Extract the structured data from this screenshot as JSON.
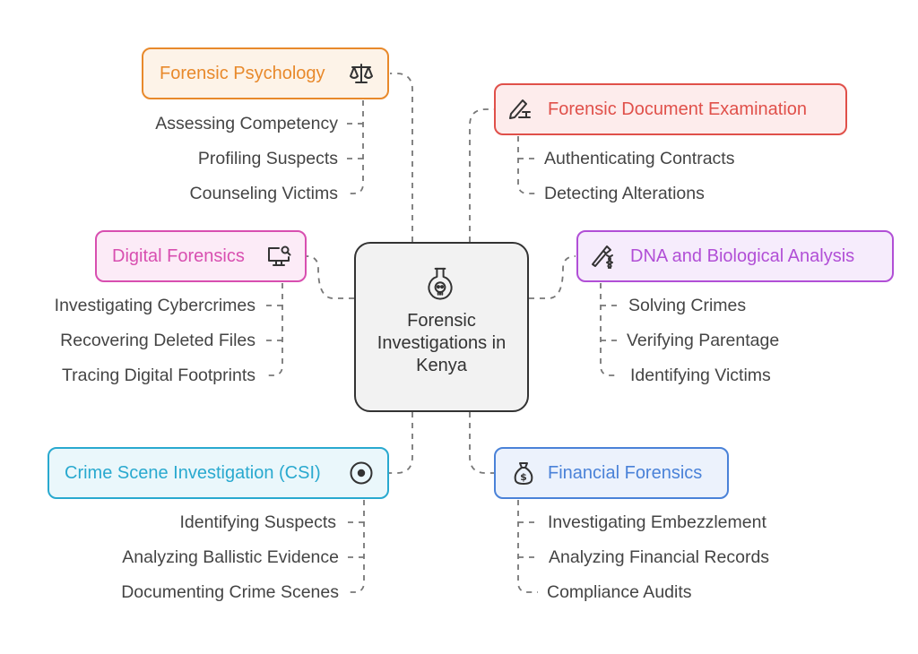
{
  "center": {
    "title": "Forensic Investigations in Kenya",
    "icon": "poison-flask-skull-icon"
  },
  "branches": [
    {
      "id": "psychology",
      "title": "Forensic Psychology",
      "icon": "scales-icon",
      "color": "#e8892b",
      "fill": "#fdf3e8",
      "items": [
        "Assessing Competency",
        "Profiling Suspects",
        "Counseling Victims"
      ]
    },
    {
      "id": "document",
      "title": "Forensic Document Examination",
      "icon": "pen-document-icon",
      "color": "#e0504a",
      "fill": "#fdecec",
      "items": [
        "Authenticating Contracts",
        "Detecting Alterations"
      ]
    },
    {
      "id": "digital",
      "title": "Digital Forensics",
      "icon": "computer-search-icon",
      "color": "#d84fb0",
      "fill": "#fcebf7",
      "items": [
        "Investigating Cybercrimes",
        "Recovering Deleted Files",
        "Tracing Digital Footprints"
      ]
    },
    {
      "id": "dna",
      "title": "DNA and Biological Analysis",
      "icon": "dna-pipette-icon",
      "color": "#b14fd6",
      "fill": "#f6ecfc",
      "items": [
        "Solving Crimes",
        "Verifying Parentage",
        "Identifying Victims"
      ]
    },
    {
      "id": "csi",
      "title": "Crime Scene Investigation (CSI)",
      "icon": "target-icon",
      "color": "#29a9cf",
      "fill": "#eaf7fb",
      "items": [
        "Identifying Suspects",
        "Analyzing Ballistic Evidence",
        "Documenting Crime Scenes"
      ]
    },
    {
      "id": "financial",
      "title": "Financial Forensics",
      "icon": "money-bag-icon",
      "color": "#4a82d8",
      "fill": "#ecf2fc",
      "items": [
        "Investigating Embezzlement",
        "Analyzing Financial Records",
        "Compliance Audits"
      ]
    }
  ]
}
